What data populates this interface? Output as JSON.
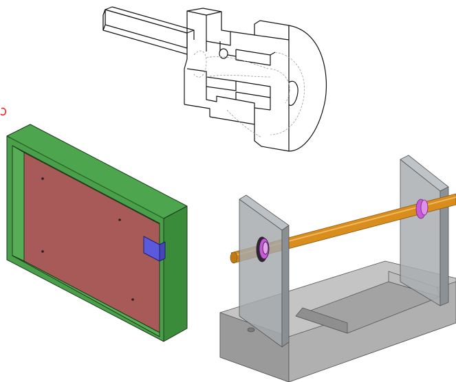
{
  "title": "",
  "scenes": [
    {
      "id": "keyed-shaft-wireframe",
      "kind": "3D wireframe model"
    },
    {
      "id": "enclosure-box",
      "kind": "3D shaded model"
    },
    {
      "id": "shaft-support-assembly",
      "kind": "3D shaded model"
    }
  ],
  "colors": {
    "background": "#ffffff",
    "line": "#111111",
    "hidden_line": "#9a9a9a",
    "box_frame": "#3f9a3f",
    "box_frame_dark": "#2e7a2e",
    "box_panel": "#a85a58",
    "tab": "#5a5adc",
    "rod": "#d68a1a",
    "bushing": "#c85ad8",
    "plate": "#a8adb0",
    "base": "#b8b8b8",
    "red_mark": "#ff2020"
  },
  "icons": [
    "red-arc-mark"
  ]
}
